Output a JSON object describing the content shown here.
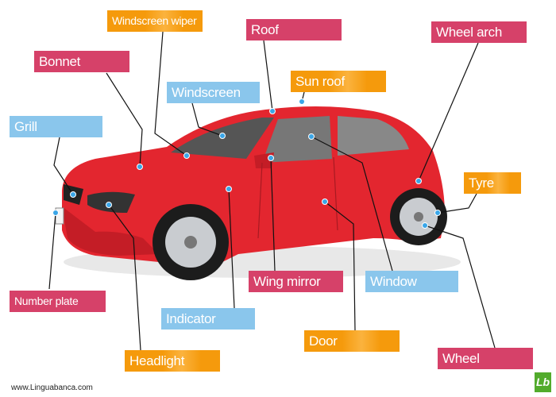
{
  "labels": {
    "windscreen_wiper": "Windscreen wiper",
    "roof": "Roof",
    "wheel_arch": "Wheel arch",
    "bonnet": "Bonnet",
    "sun_roof": "Sun roof",
    "windscreen": "Windscreen",
    "grill": "Grill",
    "tyre": "Tyre",
    "number_plate": "Number plate",
    "wing_mirror": "Wing mirror",
    "window": "Window",
    "indicator": "Indicator",
    "door": "Door",
    "headlight": "Headlight",
    "wheel": "Wheel"
  },
  "footer": {
    "website": "www.Linguabanca.com",
    "logo": "Lb"
  },
  "colors": {
    "pink": "#d64169",
    "orange": "#f59a0c",
    "blue": "#8ac6ec",
    "car": "#e3262f",
    "dot": "#3aa6e8"
  }
}
